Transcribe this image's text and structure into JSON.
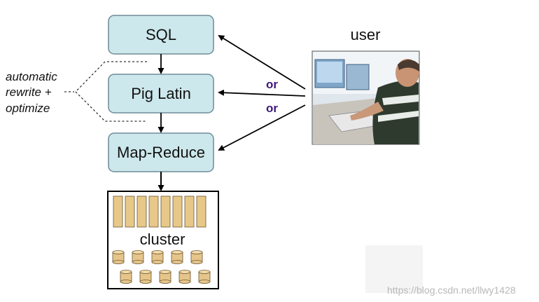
{
  "boxes": {
    "sql": "SQL",
    "pig": "Pig Latin",
    "mapreduce": "Map-Reduce"
  },
  "side_note": {
    "line1": "automatic",
    "line2": "rewrite +",
    "line3": "optimize"
  },
  "connector_or_1": "or",
  "connector_or_2": "or",
  "user_label": "user",
  "cluster_label": "cluster",
  "watermark": "https://blog.csdn.net/llwy1428",
  "colors": {
    "box_fill": "#cde8ec",
    "box_stroke": "#6f8c96",
    "or_color": "#3b1a78",
    "storage_fill": "#e8c889",
    "storage_stroke": "#6a5530",
    "cylinder_fill": "#e6c58a"
  },
  "icons": {
    "user_photo": "person-at-computer-photo",
    "disk": "database-cylinder-icon",
    "node": "storage-node-icon"
  }
}
